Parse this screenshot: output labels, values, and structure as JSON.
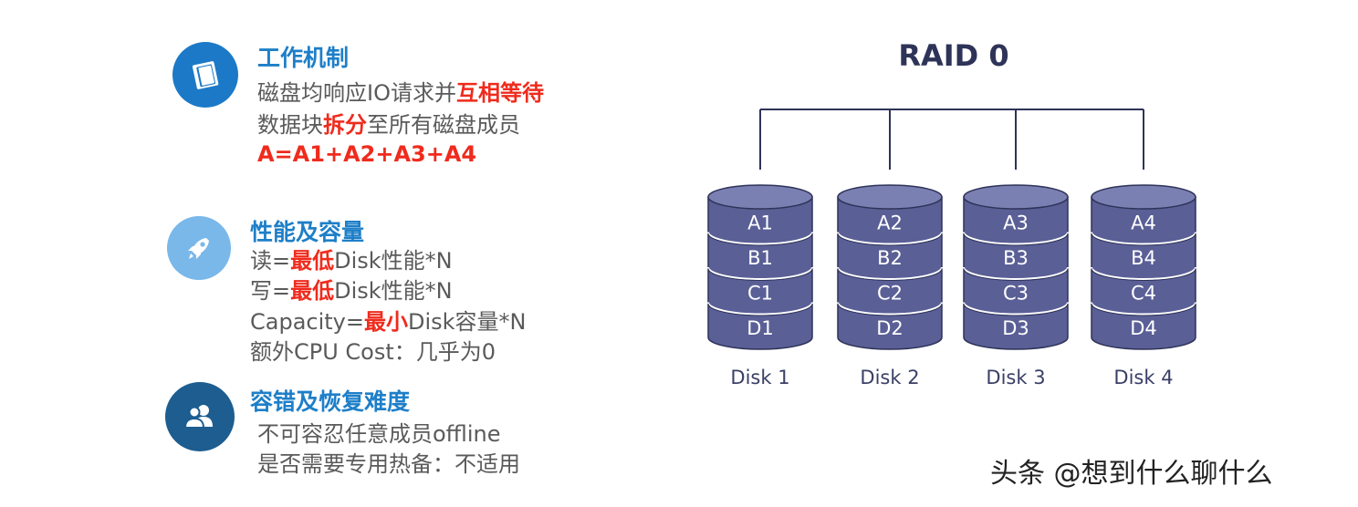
{
  "sections": {
    "mechanism": {
      "title": "工作机制",
      "line1_pre": "磁盘均响应IO请求并",
      "line1_hl": "互相等待",
      "line2_pre": "数据块",
      "line2_hl": "拆分",
      "line2_post": "至所有磁盘成员",
      "formula": "A=A1+A2+A3+A4"
    },
    "performance": {
      "title": "性能及容量",
      "read_pre": "读=",
      "read_hl": "最低",
      "read_post": "Disk性能*N",
      "write_pre": "写=",
      "write_hl": "最低",
      "write_post": "Disk性能*N",
      "cap_pre": "Capacity=",
      "cap_hl": "最小",
      "cap_post": "Disk容量*N",
      "cpu": "额外CPU Cost：几乎为0"
    },
    "fault": {
      "title": "容错及恢复难度",
      "line1": "不可容忍任意成员offline",
      "line2": "是否需要专用热备：不适用"
    }
  },
  "raid": {
    "title": "RAID 0",
    "disks": [
      {
        "label": "Disk 1",
        "blocks": [
          "A1",
          "B1",
          "C1",
          "D1"
        ]
      },
      {
        "label": "Disk 2",
        "blocks": [
          "A2",
          "B2",
          "C2",
          "D2"
        ]
      },
      {
        "label": "Disk 3",
        "blocks": [
          "A3",
          "B3",
          "C3",
          "D3"
        ]
      },
      {
        "label": "Disk 4",
        "blocks": [
          "A4",
          "B4",
          "C4",
          "D4"
        ]
      }
    ]
  },
  "icons": {
    "mechanism": "book-icon",
    "performance": "rocket-icon",
    "fault": "users-icon"
  },
  "colors": {
    "title_blue": "#1e7fc8",
    "highlight_red": "#ef2b1d",
    "disk_fill": "#5a5f96",
    "disk_top": "#7b80b3",
    "raid_title": "#2e3358"
  },
  "watermark": "头条 @想到什么聊什么"
}
